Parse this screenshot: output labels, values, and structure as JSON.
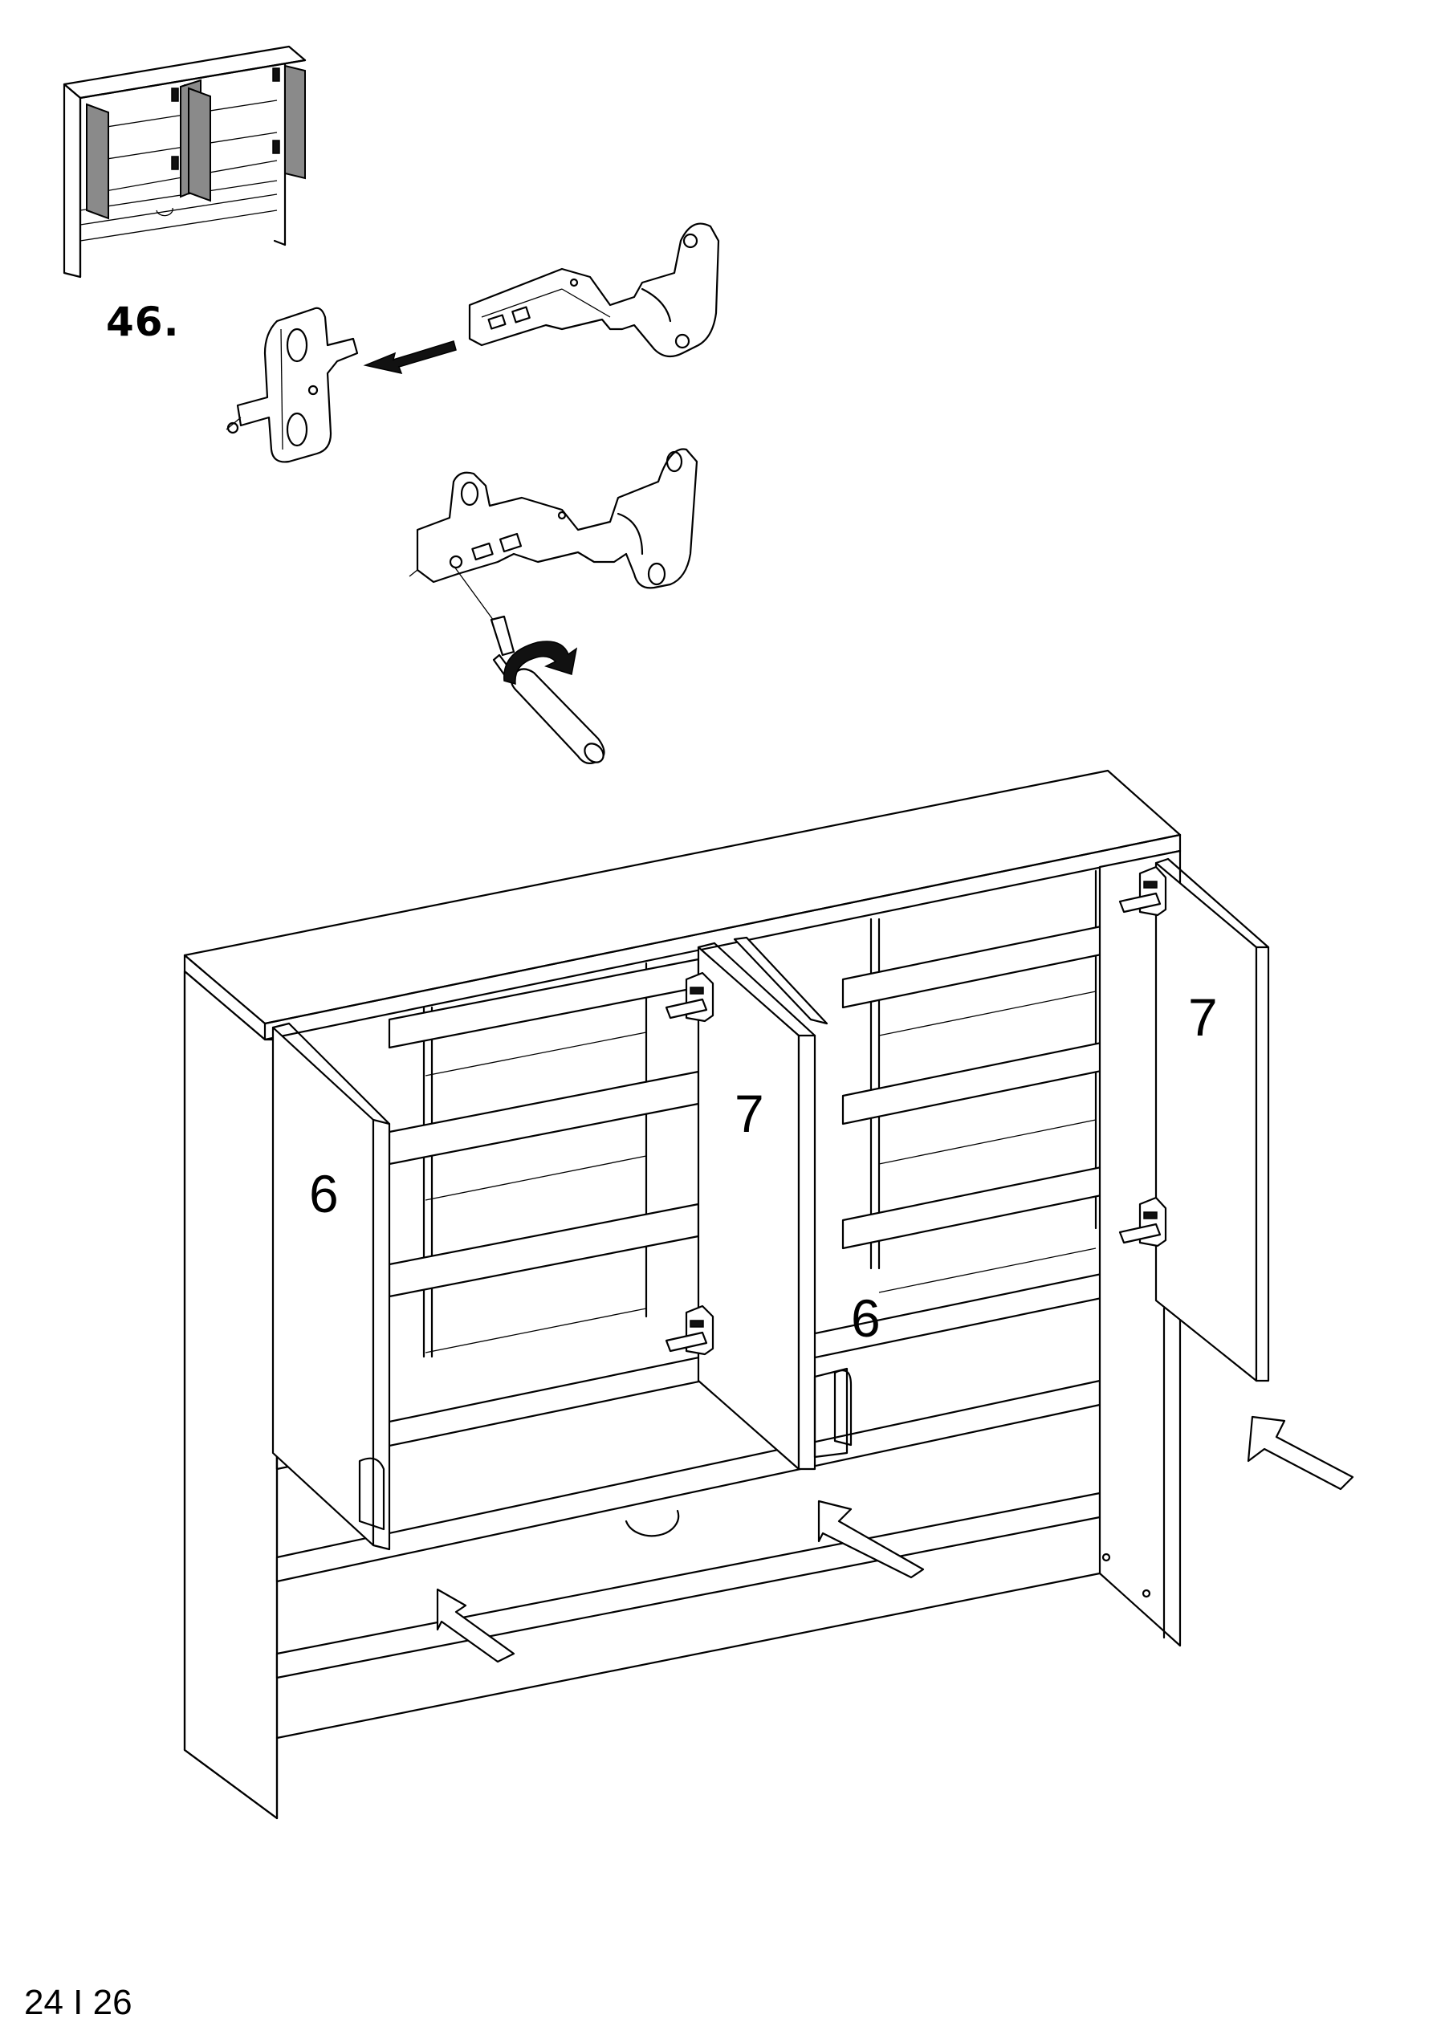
{
  "step": {
    "number": "46."
  },
  "parts": {
    "door_left_a": "6",
    "door_left_b": "7",
    "door_right_a": "6",
    "door_right_b": "7"
  },
  "footer": {
    "page": "24 I 26"
  },
  "icons": [
    "cabinet-thumbnail-icon",
    "hinge-icon",
    "mounting-plate-icon",
    "insert-arrow-icon",
    "screwdriver-icon",
    "rotate-arrow-icon",
    "push-arrow-icon"
  ],
  "colors": {
    "ink": "#000000",
    "panel_shade": "#8a8a8a",
    "paper": "#ffffff"
  }
}
